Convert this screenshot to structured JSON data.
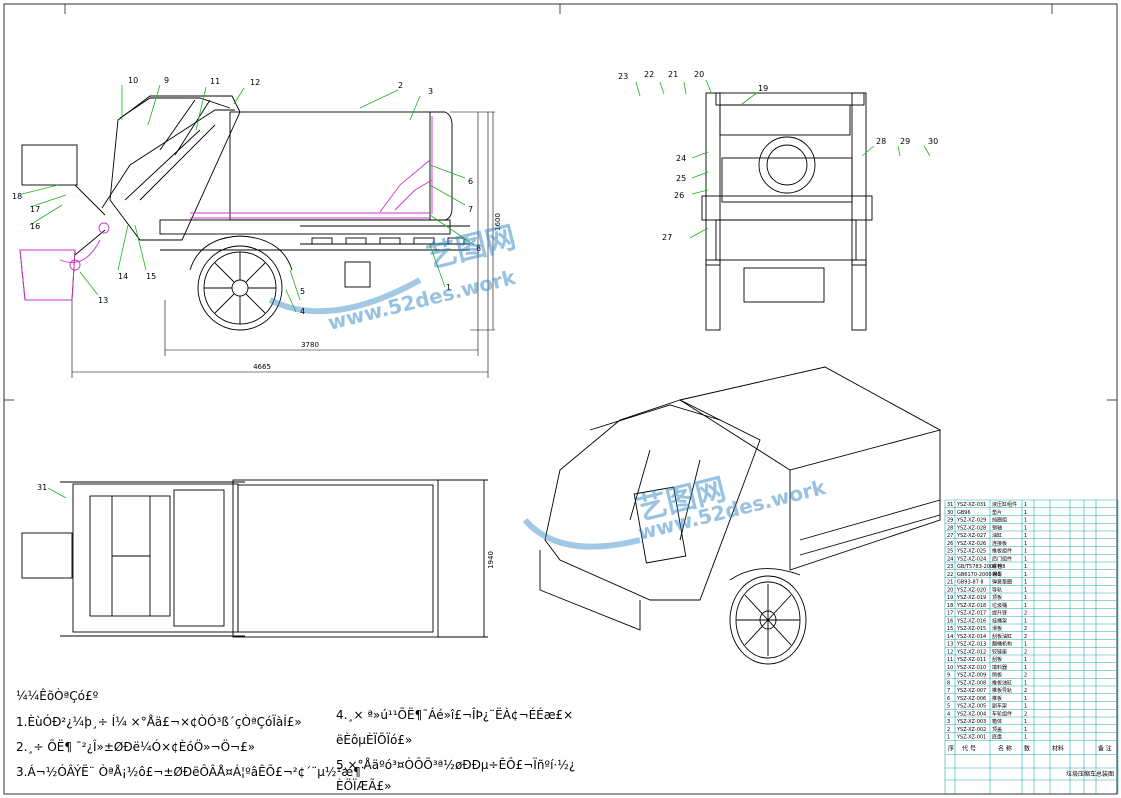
{
  "drawing": {
    "callouts_side": [
      "10",
      "9",
      "11",
      "12",
      "2",
      "3",
      "18",
      "17",
      "16",
      "14",
      "15",
      "13",
      "6",
      "7",
      "8",
      "1",
      "5",
      "4"
    ],
    "callouts_rear": [
      "23",
      "22",
      "21",
      "20",
      "19",
      "24",
      "25",
      "26",
      "27",
      "28",
      "29",
      "30"
    ],
    "callout_top": "31",
    "dimensions": {
      "overall_length": "4665",
      "wheelbase": "3780",
      "height": "1600",
      "top_width": "1940"
    },
    "watermark": {
      "brand": "艺图网",
      "url": "www.52des.work"
    }
  },
  "notes": {
    "heading": "¼¼ÊõÒªÇó£º",
    "line1": "1.ÈùÓÐ²¿¼þ¸÷ Í¼ ×°Åä£¬×¢ÒÓ³ß´çÒªÇóÏàÍ£»",
    "line2": "2.¸÷ ÕË¶ ¯²¿Î»±ØÐë¼Ó×¢ÈóÖ»¬Ö¬£»",
    "line3": "3.Á¬½ÓÂÝË¨ ÒªÅ¡½ô£¬±ØÐëÔÂÅ¤Á¦ºâÊÕ£¬²¢´¨µ½¹æ¶¨",
    "line4": "4.¸× ª»ú¹¹ÕË¶¯Áé»î£¬ÎÞ¿¨ËÀ¢¬ÉÉæ£×",
    "line4b": "ëÈôµÈÏÕÏó£»",
    "line5": "5.×°Åäºó³¤ÒÔÕ³ª½øÐÐµ÷ÊÔ£¬Ïñºí·½¿",
    "line5b": "ÈÖÏÆÃ£»"
  },
  "bom": {
    "rows": [
      {
        "no": "31",
        "code": "YSZ-XZ-031",
        "name": "液压缸组件",
        "qty": "1"
      },
      {
        "no": "30",
        "code": "GB96",
        "name": "垫片",
        "qty": "1"
      },
      {
        "no": "29",
        "code": "YSZ-XZ-029",
        "name": "挡圈组",
        "qty": "1"
      },
      {
        "no": "28",
        "code": "YSZ-XZ-028",
        "name": "销轴",
        "qty": "1"
      },
      {
        "no": "27",
        "code": "YSZ-XZ-027",
        "name": "油缸",
        "qty": "1"
      },
      {
        "no": "26",
        "code": "YSZ-XZ-026",
        "name": "连接板",
        "qty": "1"
      },
      {
        "no": "25",
        "code": "YSZ-XZ-025",
        "name": "推板组件",
        "qty": "1"
      },
      {
        "no": "24",
        "code": "YSZ-XZ-024",
        "name": "后门组件",
        "qty": "1"
      },
      {
        "no": "23",
        "code": "GB/T5783-2000 M8",
        "name": "螺栓",
        "qty": "1"
      },
      {
        "no": "22",
        "code": "GB6170-2000 M8",
        "name": "螺母",
        "qty": "1"
      },
      {
        "no": "21",
        "code": "GB93-87 8",
        "name": "弹簧垫圈",
        "qty": "1"
      },
      {
        "no": "20",
        "code": "YSZ-XZ-020",
        "name": "导轨",
        "qty": "1"
      },
      {
        "no": "19",
        "code": "YSZ-XZ-019",
        "name": "顶板",
        "qty": "1"
      },
      {
        "no": "18",
        "code": "YSZ-XZ-018",
        "name": "垃圾桶",
        "qty": "1"
      },
      {
        "no": "17",
        "code": "YSZ-XZ-017",
        "name": "提升臂",
        "qty": "2"
      },
      {
        "no": "16",
        "code": "YSZ-XZ-016",
        "name": "挂桶架",
        "qty": "1"
      },
      {
        "no": "15",
        "code": "YSZ-XZ-015",
        "name": "滑板",
        "qty": "2"
      },
      {
        "no": "14",
        "code": "YSZ-XZ-014",
        "name": "刮板油缸",
        "qty": "2"
      },
      {
        "no": "13",
        "code": "YSZ-XZ-013",
        "name": "翻桶机构",
        "qty": "1"
      },
      {
        "no": "12",
        "code": "YSZ-XZ-012",
        "name": "铰链座",
        "qty": "2"
      },
      {
        "no": "11",
        "code": "YSZ-XZ-011",
        "name": "刮板",
        "qty": "1"
      },
      {
        "no": "10",
        "code": "YSZ-XZ-010",
        "name": "填料器",
        "qty": "1"
      },
      {
        "no": "9",
        "code": "YSZ-XZ-009",
        "name": "侧板",
        "qty": "2"
      },
      {
        "no": "8",
        "code": "YSZ-XZ-008",
        "name": "推板油缸",
        "qty": "1"
      },
      {
        "no": "7",
        "code": "YSZ-XZ-007",
        "name": "推板导轨",
        "qty": "2"
      },
      {
        "no": "6",
        "code": "YSZ-XZ-006",
        "name": "推板",
        "qty": "1"
      },
      {
        "no": "5",
        "code": "YSZ-XZ-005",
        "name": "副车架",
        "qty": "1"
      },
      {
        "no": "4",
        "code": "YSZ-XZ-004",
        "name": "车轮组件",
        "qty": "2"
      },
      {
        "no": "3",
        "code": "YSZ-XZ-003",
        "name": "箱体",
        "qty": "1"
      },
      {
        "no": "2",
        "code": "YSZ-XZ-002",
        "name": "顶盖",
        "qty": "1"
      },
      {
        "no": "1",
        "code": "YSZ-XZ-001",
        "name": "底盘",
        "qty": "1"
      }
    ],
    "header": {
      "no": "序",
      "code": "代 号",
      "name": "名 称",
      "qty": "数",
      "mat": "材料",
      "note": "备 注"
    },
    "title_block": "垃圾压缩车总装图"
  },
  "colors": {
    "line": "#000000",
    "magenta": "#cc33cc",
    "green": "#19b519",
    "cyan": "#20a9b8",
    "watermark": "#2f86c6"
  }
}
